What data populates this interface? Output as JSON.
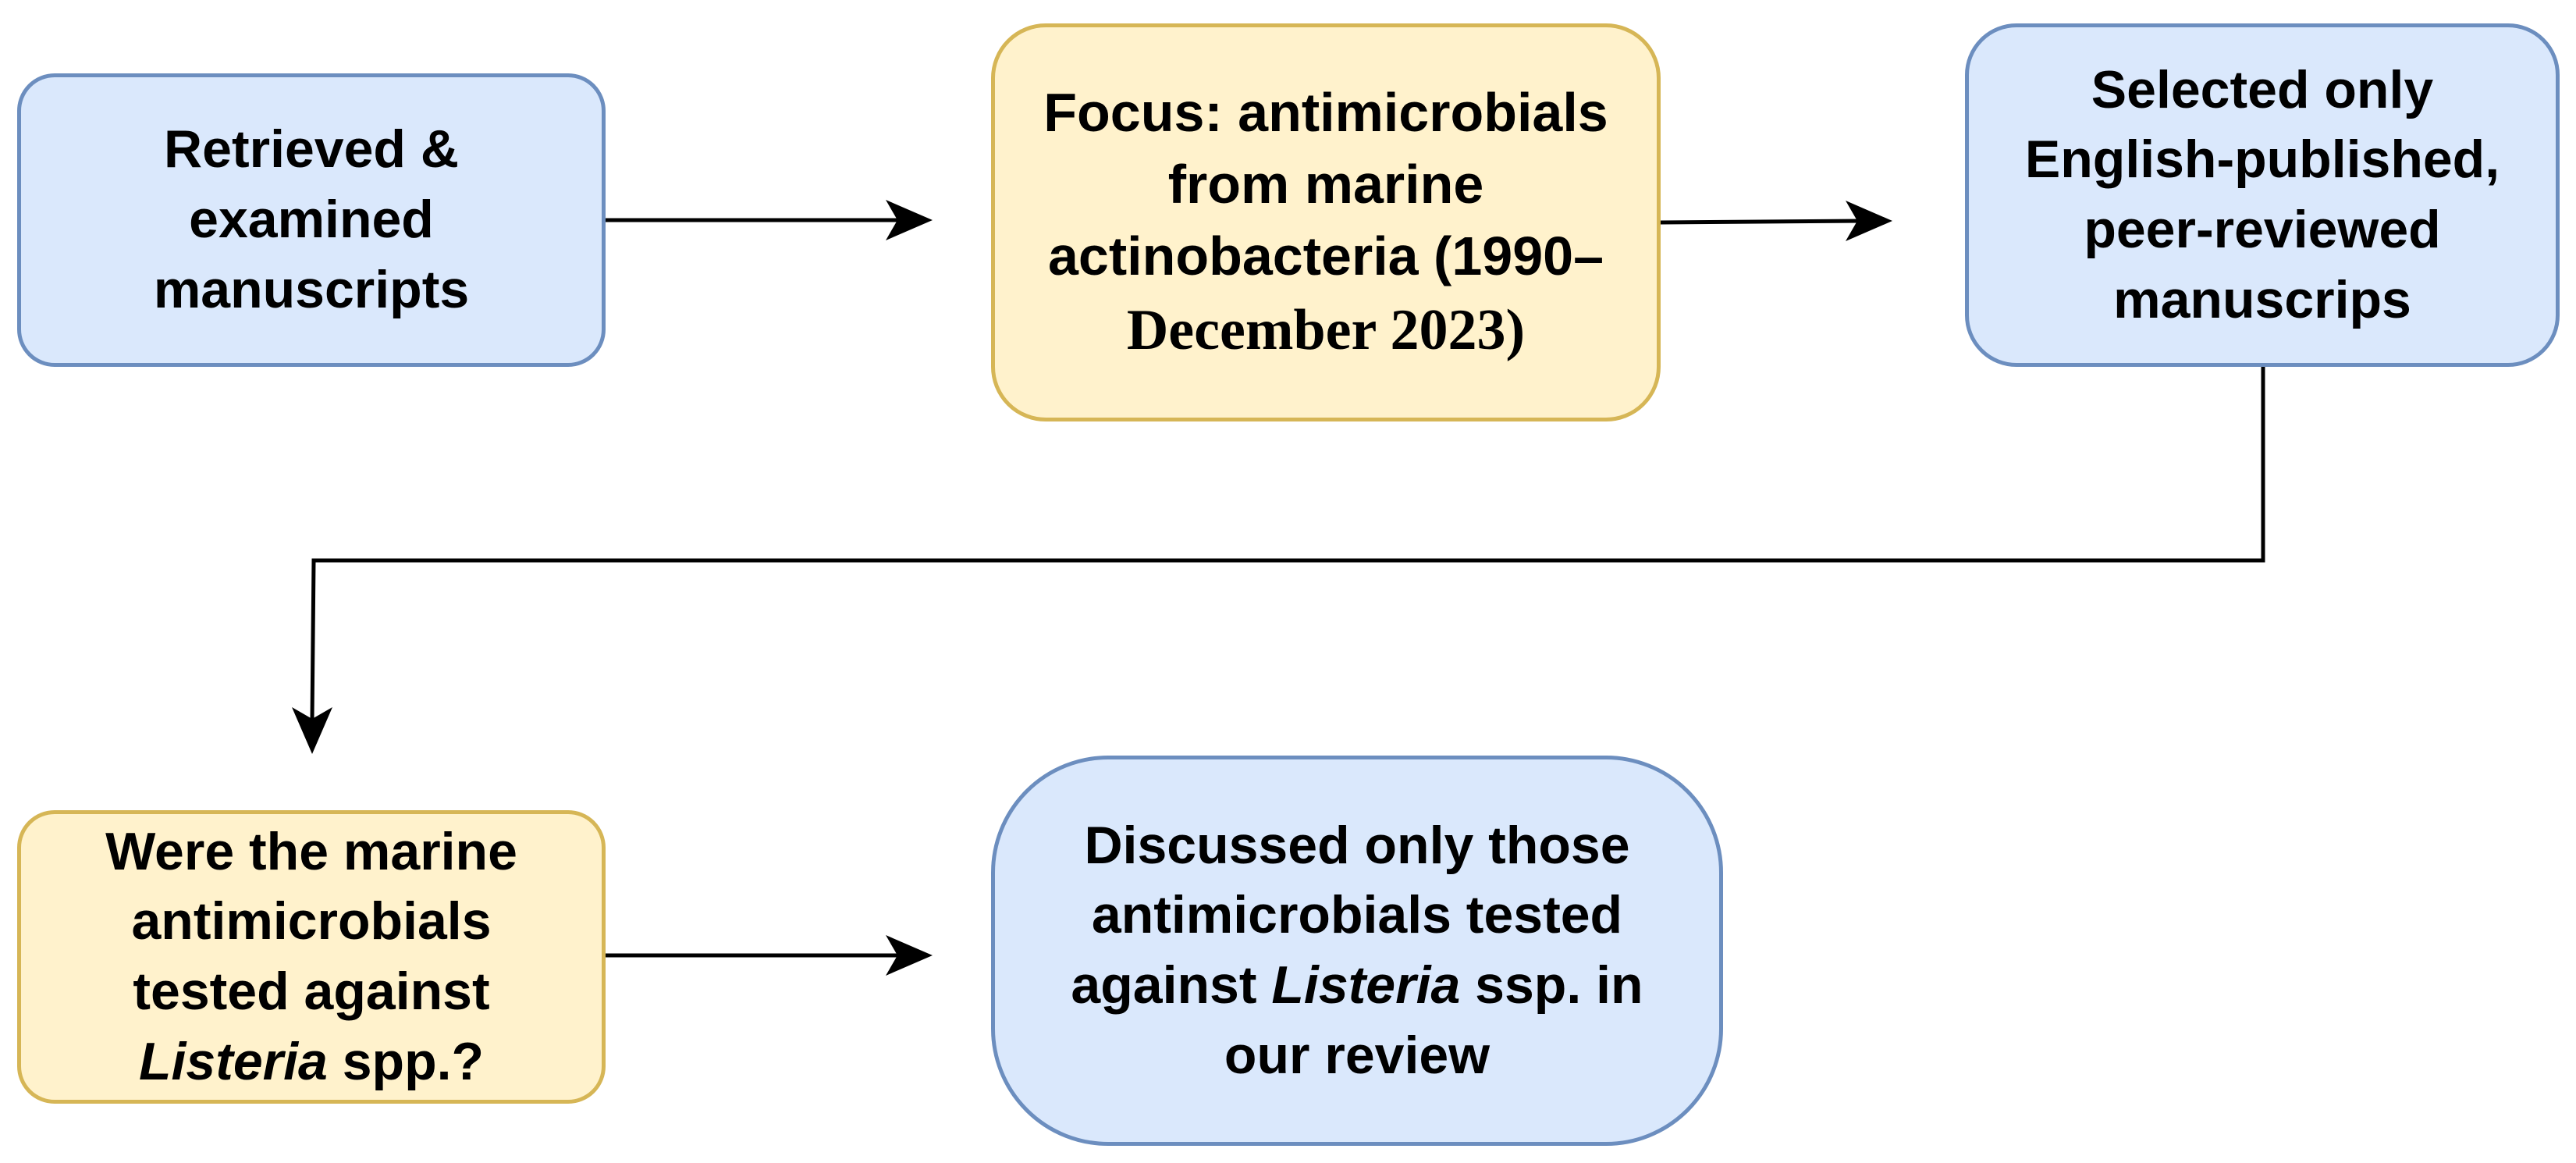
{
  "diagram": {
    "nodes": [
      {
        "id": "retrieved",
        "fill": "#dae8fc",
        "stroke": "#6c8ebf",
        "lines": [
          "Retrieved &",
          "examined",
          "manuscripts"
        ]
      },
      {
        "id": "focus",
        "fill": "#fff2cc",
        "stroke": "#d6b656",
        "lines": [
          "Focus: antimicrobials",
          "from marine",
          "actinobacteria (1990–",
          "December 2023)"
        ]
      },
      {
        "id": "selected",
        "fill": "#dae8fc",
        "stroke": "#6c8ebf",
        "lines": [
          "Selected only",
          "English-published,",
          "peer-reviewed",
          "manuscrips"
        ]
      },
      {
        "id": "question",
        "fill": "#fff2cc",
        "stroke": "#d6b656",
        "lines": [
          "Were the marine",
          "antimicrobials",
          "tested against"
        ],
        "last_line_italic": "Listeria",
        "last_line_rest": " spp.?"
      },
      {
        "id": "discussed",
        "fill": "#dae8fc",
        "stroke": "#6c8ebf",
        "lines": [
          "Discussed only those",
          "antimicrobials tested"
        ],
        "line3_prefix": "against ",
        "line3_italic": "Listeria",
        "line3_suffix": " ssp. in",
        "line4": "our review"
      }
    ],
    "edges": [
      {
        "from": "retrieved",
        "to": "focus"
      },
      {
        "from": "focus",
        "to": "selected"
      },
      {
        "from": "selected",
        "to": "question"
      },
      {
        "from": "question",
        "to": "discussed"
      }
    ],
    "colors": {
      "edge": "#000000"
    }
  }
}
